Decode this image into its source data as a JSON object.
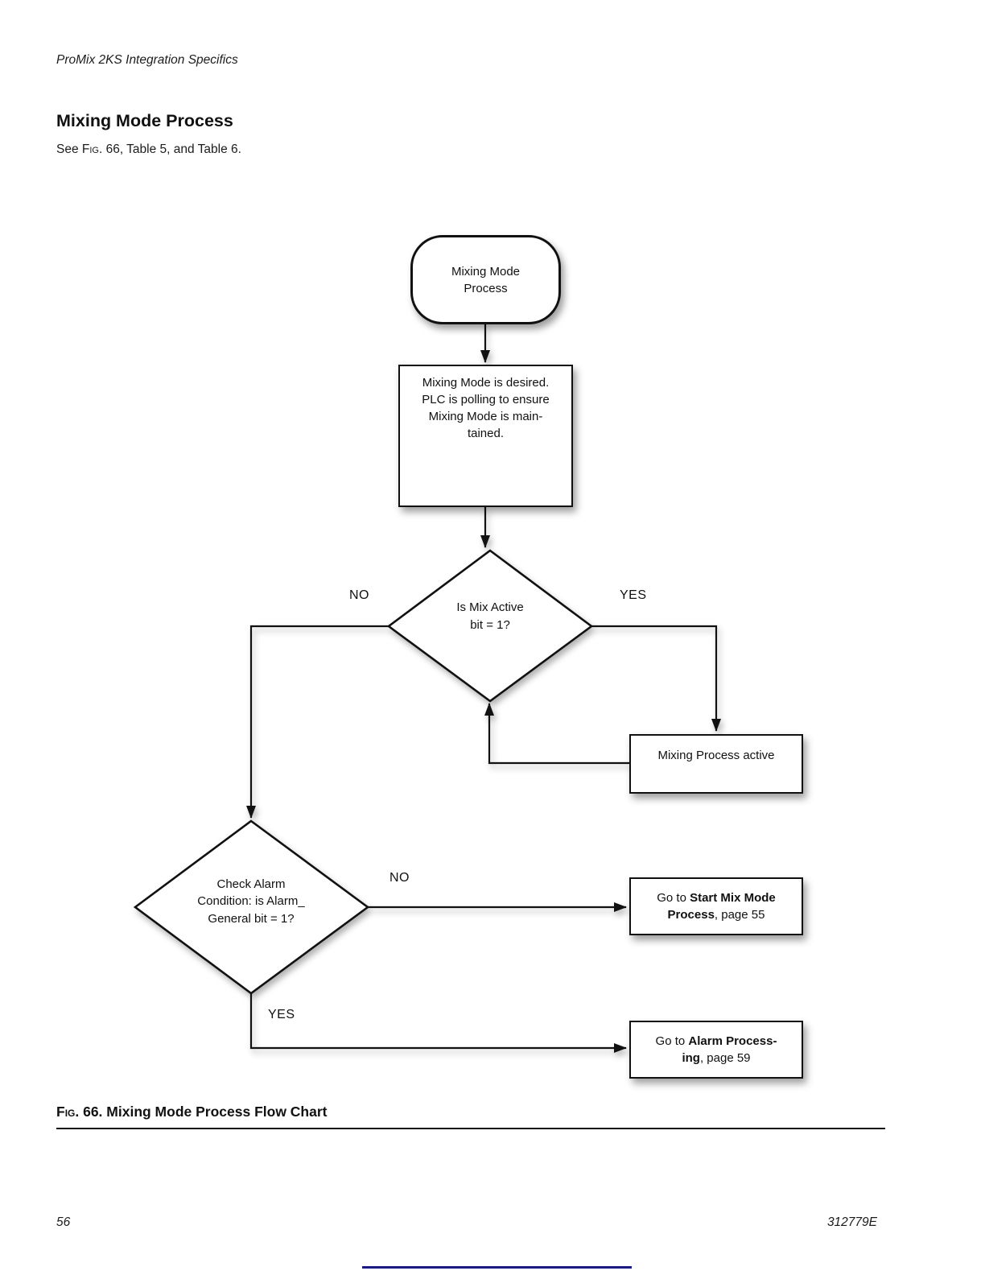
{
  "page": {
    "running_header": "ProMix 2KS Integration Specifics",
    "title": "Mixing Mode Process",
    "intro": {
      "pre": "See ",
      "fig": "Fig.",
      "rest": " 66, Table 5, and Table 6."
    },
    "caption": {
      "fig": "Fig. 66.",
      "rest": " Mixing Mode Process Flow Chart"
    },
    "footer": {
      "page_number": "56",
      "doc_number": "312779E"
    }
  },
  "colors": {
    "line_color": "#111111",
    "footer_link_rule": "#1a1a85"
  },
  "flowchart": {
    "nodes": {
      "start": {
        "lines": [
          "Mixing Mode",
          "Process"
        ]
      },
      "process": {
        "lines": [
          "Mixing Mode is desired.",
          "PLC is polling to ensure",
          "Mixing Mode is main-",
          "tained."
        ]
      },
      "decision_mix": {
        "lines": [
          "Is Mix Active",
          "bit = 1?"
        ]
      },
      "decision_alarm": {
        "lines": [
          "Check Alarm",
          "Condition: is Alarm_",
          "General bit = 1?"
        ]
      },
      "active": {
        "lines": [
          "Mixing Process active"
        ]
      },
      "goto_start": {
        "line1": {
          "pre": "Go to ",
          "bold": "Start Mix Mode"
        },
        "line2": {
          "bold": "Process",
          "post": ", page 55"
        }
      },
      "goto_alarm": {
        "line1": {
          "pre": "Go to ",
          "bold": "Alarm Process-"
        },
        "line2": {
          "bold": "ing",
          "post": ", page 59"
        }
      }
    },
    "edge_labels": {
      "mix_no": "NO",
      "mix_yes": "YES",
      "alarm_no": "NO",
      "alarm_yes": "YES"
    }
  }
}
